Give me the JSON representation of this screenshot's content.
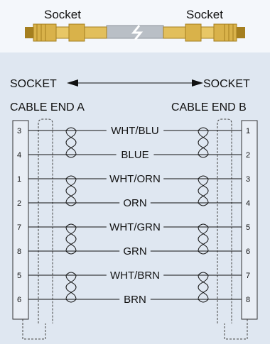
{
  "cable_image": {
    "left_label": "Socket",
    "right_label": "Socket"
  },
  "direction": {
    "left_label": "SOCKET",
    "right_label": "SOCKET"
  },
  "end_a": {
    "title": "CABLE END A",
    "pins": [
      "3",
      "4",
      "1",
      "2",
      "7",
      "8",
      "5",
      "6"
    ]
  },
  "end_b": {
    "title": "CABLE END B",
    "pins": [
      "1",
      "2",
      "3",
      "4",
      "5",
      "6",
      "7",
      "8"
    ]
  },
  "wires": [
    "WHT/BLU",
    "BLUE",
    "WHT/ORN",
    "ORN",
    "WHT/GRN",
    "GRN",
    "WHT/BRN",
    "BRN"
  ],
  "colors": {
    "background": "#dfe7f1",
    "top_band": "#f4f7fb",
    "connector_gold": "#d9b24a",
    "connector_dark": "#a57f1f",
    "cable_gray": "#b9bfc6"
  }
}
